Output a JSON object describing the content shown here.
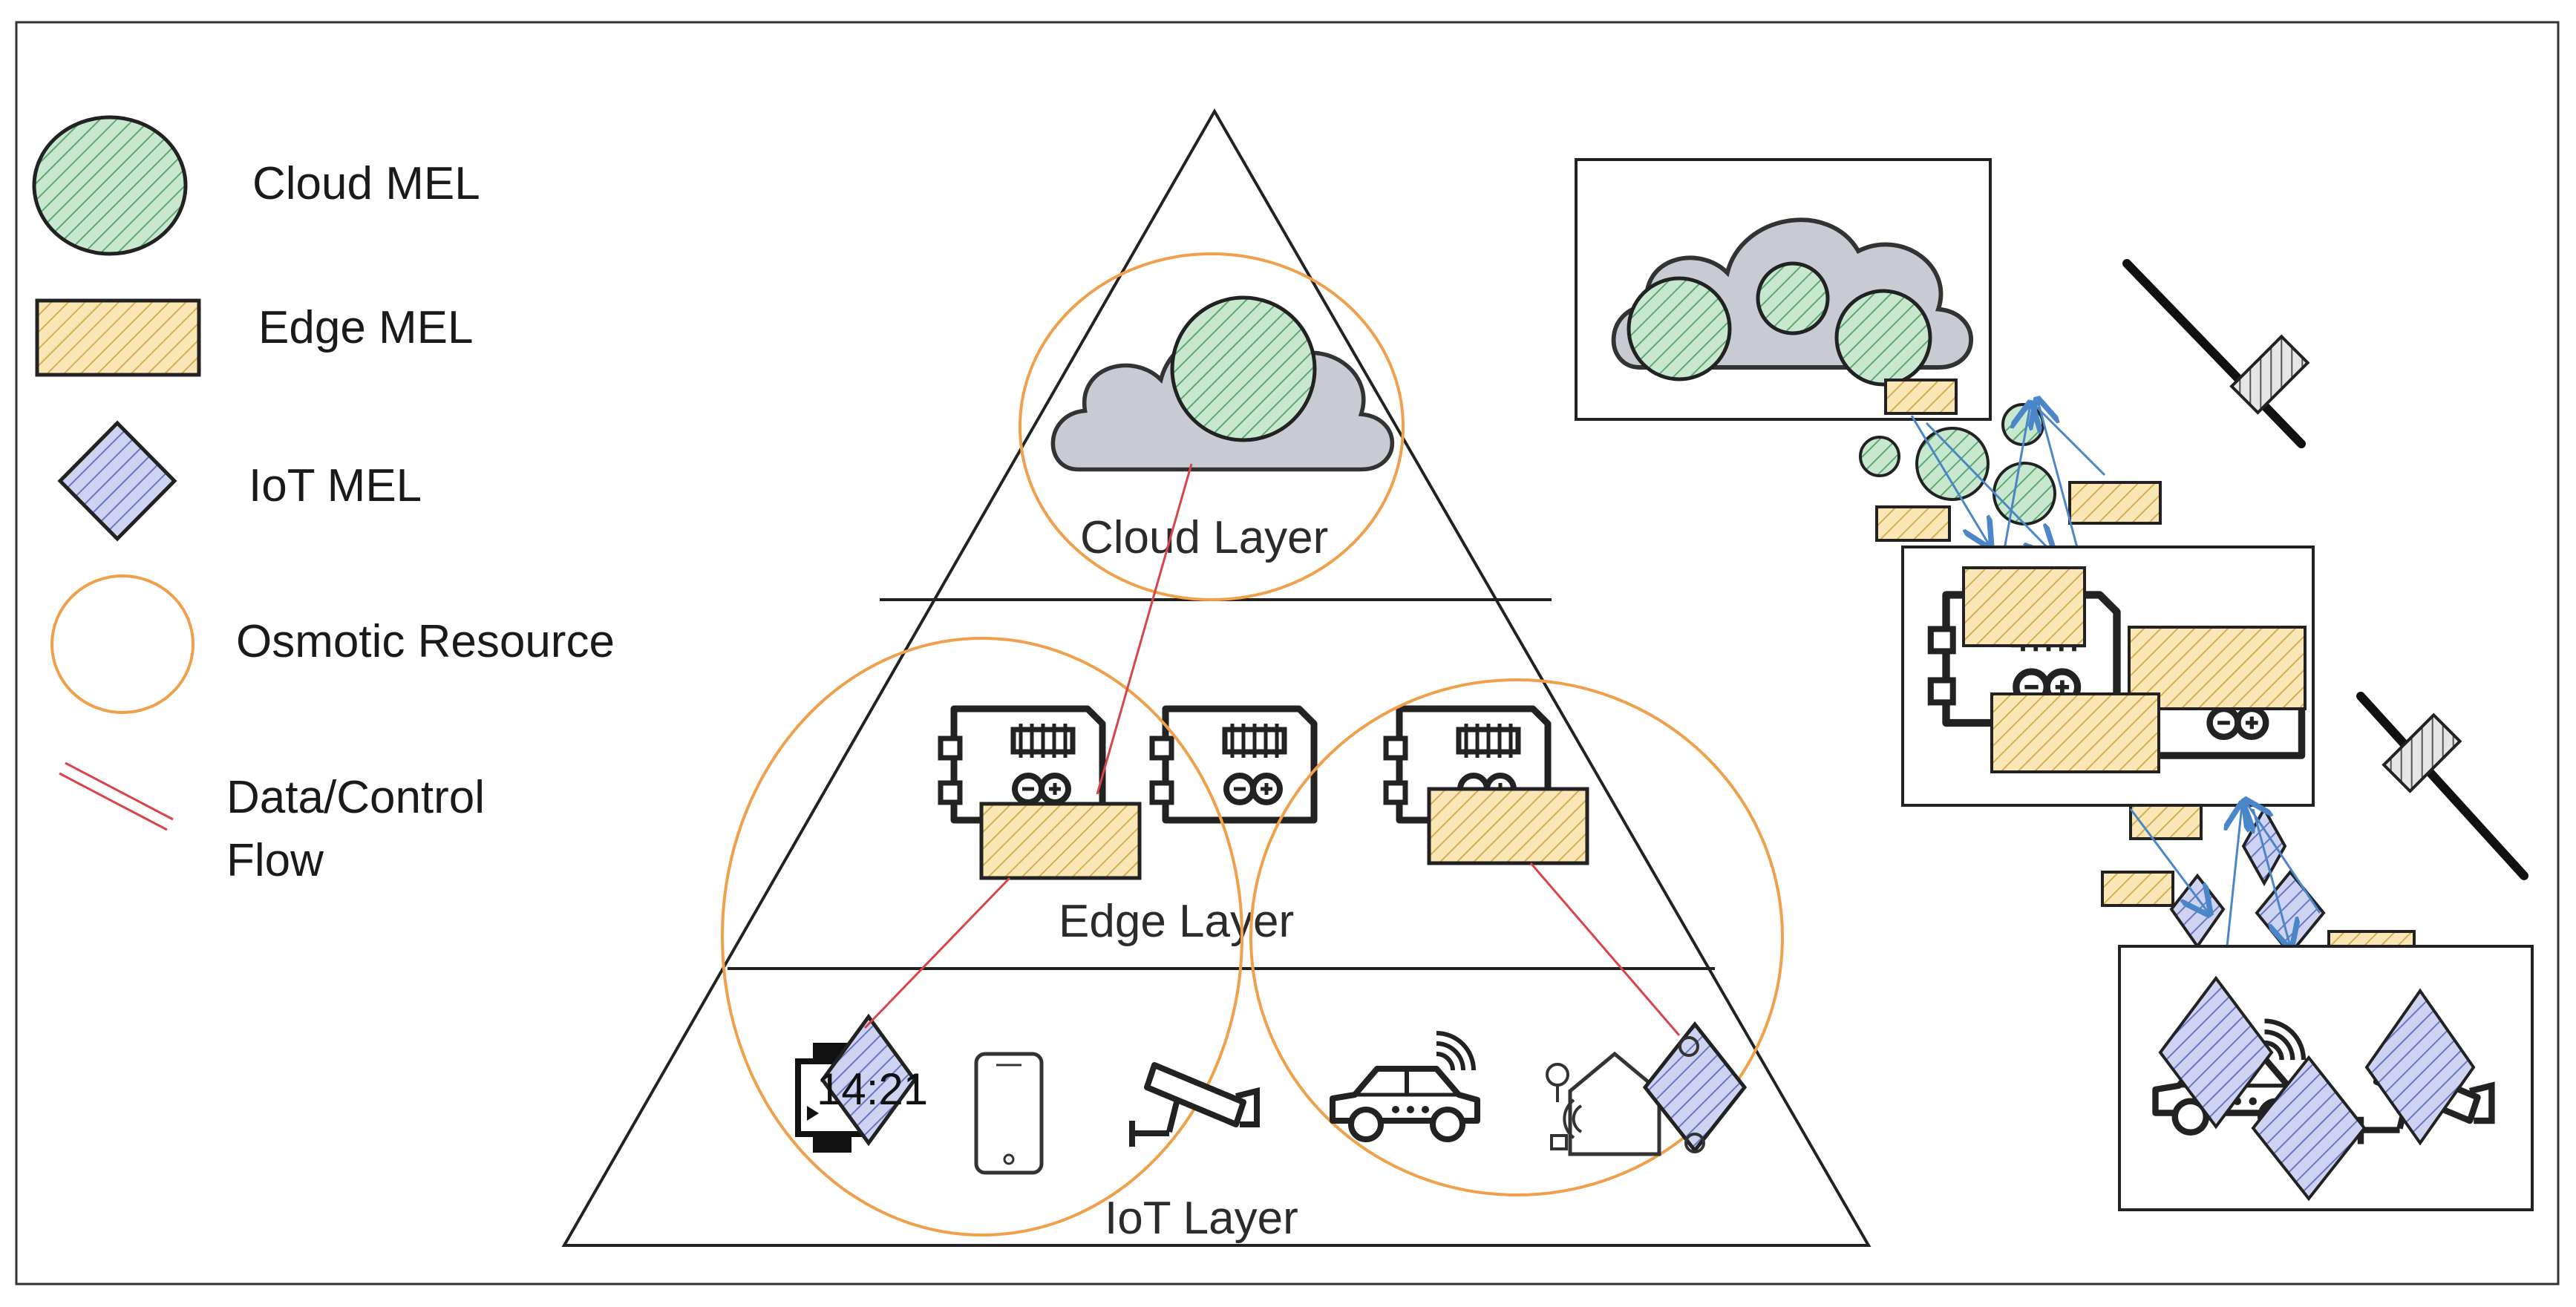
{
  "legend": {
    "cloud_mel": "Cloud MEL",
    "edge_mel": "Edge MEL",
    "iot_mel": "IoT MEL",
    "osmotic_resource": "Osmotic Resource",
    "flow_line1": "Data/Control",
    "flow_line2": "Flow"
  },
  "layers": {
    "cloud": "Cloud Layer",
    "edge": "Edge Layer",
    "iot": "IoT Layer"
  },
  "device_clock": "14:21",
  "colors": {
    "cloud_mel": "#b9e0c3",
    "edge_mel": "#f7dfa0",
    "iot_mel": "#bcc4ea",
    "osmotic_ring": "#f0a04b",
    "flow_line": "#d9434a",
    "migration_arrow": "#4a86c8",
    "cloud_shape": "#c8ccd2"
  },
  "icons": [
    "cloud-icon",
    "board-icon",
    "smartwatch-icon",
    "smartphone-icon",
    "cctv-camera-icon",
    "connected-car-icon",
    "smart-home-icon",
    "satellite-link-icon"
  ]
}
